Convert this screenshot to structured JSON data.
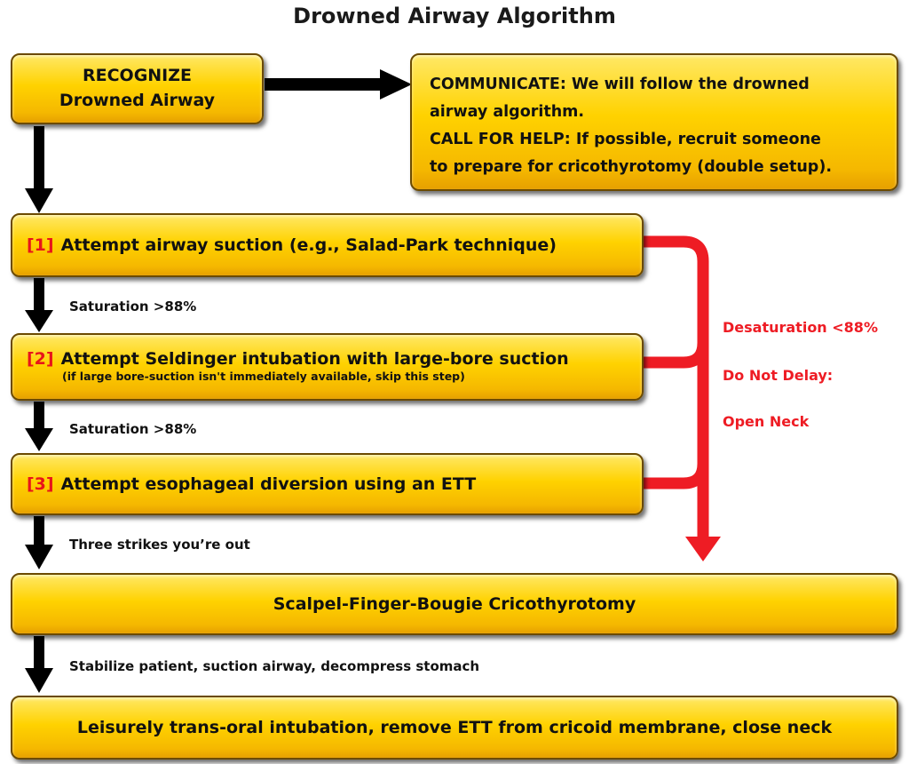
{
  "title": "Drowned Airway Algorithm",
  "recognize": {
    "line1": "RECOGNIZE",
    "line2": "Drowned Airway"
  },
  "communicate": {
    "line1": "COMMUNICATE:  We will follow the drowned",
    "line2": "airway algorithm.",
    "line3": "CALL FOR HELP:  If possible, recruit someone",
    "line4": "to prepare for cricothyrotomy (double setup)."
  },
  "steps": [
    {
      "number": "[1]",
      "label": "Attempt airway suction (e.g., Salad-Park technique)",
      "sublabel": ""
    },
    {
      "number": "[2]",
      "label": "Attempt Seldinger intubation with large-bore suction",
      "sublabel": "(if large bore-suction isn't immediately available, skip this step)"
    },
    {
      "number": "[3]",
      "label": "Attempt esophageal diversion using an ETT",
      "sublabel": ""
    }
  ],
  "transitions": {
    "after_step1": "Saturation >88%",
    "after_step2": "Saturation >88%",
    "after_step3": "Three strikes you’re out",
    "after_crico": "Stabilize patient, suction airway, decompress stomach"
  },
  "desaturation": {
    "line1": "Desaturation <88%",
    "line2": "Do Not Delay:",
    "line3": "Open Neck"
  },
  "cricothyrotomy": "Scalpel-Finger-Bougie Cricothyrotomy",
  "final": "Leisurely trans-oral intubation, remove ETT from cricoid membrane, close neck",
  "colors": {
    "box_fill": "#ffd200",
    "box_border": "#6b4a00",
    "number_red": "#e8141a",
    "desaturation_red": "#ee1c24",
    "arrow_black": "#000000"
  }
}
